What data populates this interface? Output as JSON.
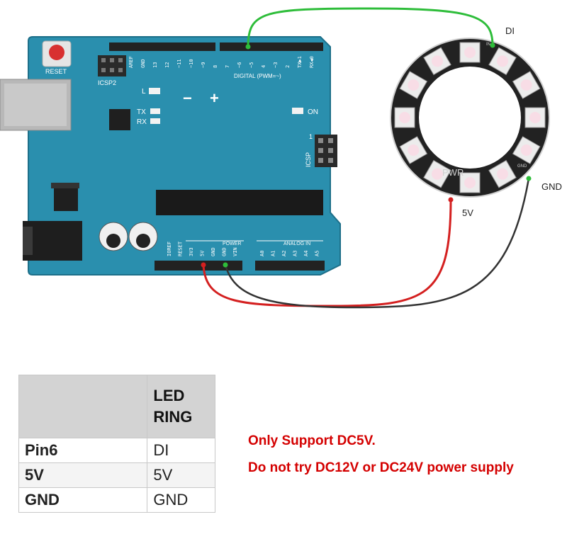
{
  "board": {
    "reset_label": "RESET",
    "icsp2_label": "ICSP2",
    "icsp_label": "ICSP",
    "icsp_one": "1",
    "l_label": "L",
    "tx_label": "TX",
    "rx_label": "RX",
    "on_label": "ON",
    "minus": "−",
    "plus": "+",
    "digital_label": "DIGITAL (PWM=~)",
    "power_label": "POWER",
    "analog_label": "ANALOG IN",
    "digital_pins": [
      "AREF",
      "GND",
      "13",
      "12",
      "~11",
      "~10",
      "~9",
      "8",
      "7",
      "~6",
      "~5",
      "4",
      "~3",
      "2",
      "TX▶1",
      "RX◀0"
    ],
    "power_pins": [
      "IOREF",
      "RESET",
      "3V3",
      "5V",
      "GND",
      "GND",
      "VIN"
    ],
    "analog_pins": [
      "A0",
      "A1",
      "A2",
      "A3",
      "A4",
      "A5"
    ]
  },
  "ring": {
    "di_label": "DI",
    "gnd_label": "GND",
    "v5_label": "5V",
    "pad_pwr": "PWR",
    "pad_in": "IN",
    "pad_gnd": "GND"
  },
  "colors": {
    "board": "#2a8fae",
    "data_wire": "#2ebd3a",
    "power_wire": "#d42020",
    "ground_wire": "#333333",
    "note_text": "#d40000"
  },
  "table": {
    "header": "LED RING",
    "rows": [
      {
        "pin": "Pin6",
        "ring": "DI"
      },
      {
        "pin": "5V",
        "ring": "5V"
      },
      {
        "pin": "GND",
        "ring": "GND"
      }
    ]
  },
  "notes": {
    "line1": "Only Support DC5V.",
    "line2": "Do not try DC12V or DC24V power supply"
  }
}
